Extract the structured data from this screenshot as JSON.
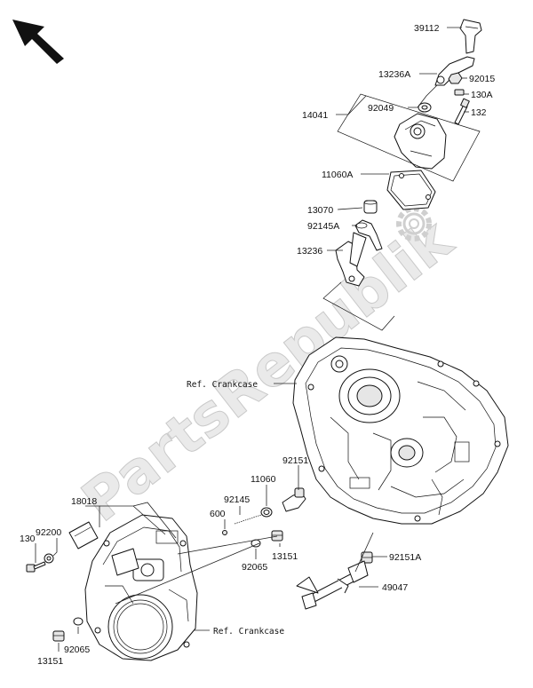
{
  "watermark": "PartsRepublik",
  "labels": {
    "p39112": "39112",
    "p13236A": "13236A",
    "p92015": "92015",
    "p130A": "130A",
    "p14041": "14041",
    "p92049": "92049",
    "p132": "132",
    "p11060A": "11060A",
    "p13070": "13070",
    "p92145A": "92145A",
    "p13236": "13236",
    "refCrankcase1": "Ref. Crankcase",
    "p92151": "92151",
    "p11060": "11060",
    "p92145": "92145",
    "p600": "600",
    "p18018": "18018",
    "p92200": "92200",
    "p130": "130",
    "p13151a": "13151",
    "p92065a": "92065",
    "p92151A": "92151A",
    "p49047": "49047",
    "refCrankcase2": "Ref. Crankcase",
    "p92065b": "92065",
    "p13151b": "13151"
  },
  "icons": {
    "direction": "arrow-up-left-icon",
    "watermarkGear": "gear-icon"
  },
  "colors": {
    "ink": "#111111",
    "watermark": "#d8d8d8"
  }
}
